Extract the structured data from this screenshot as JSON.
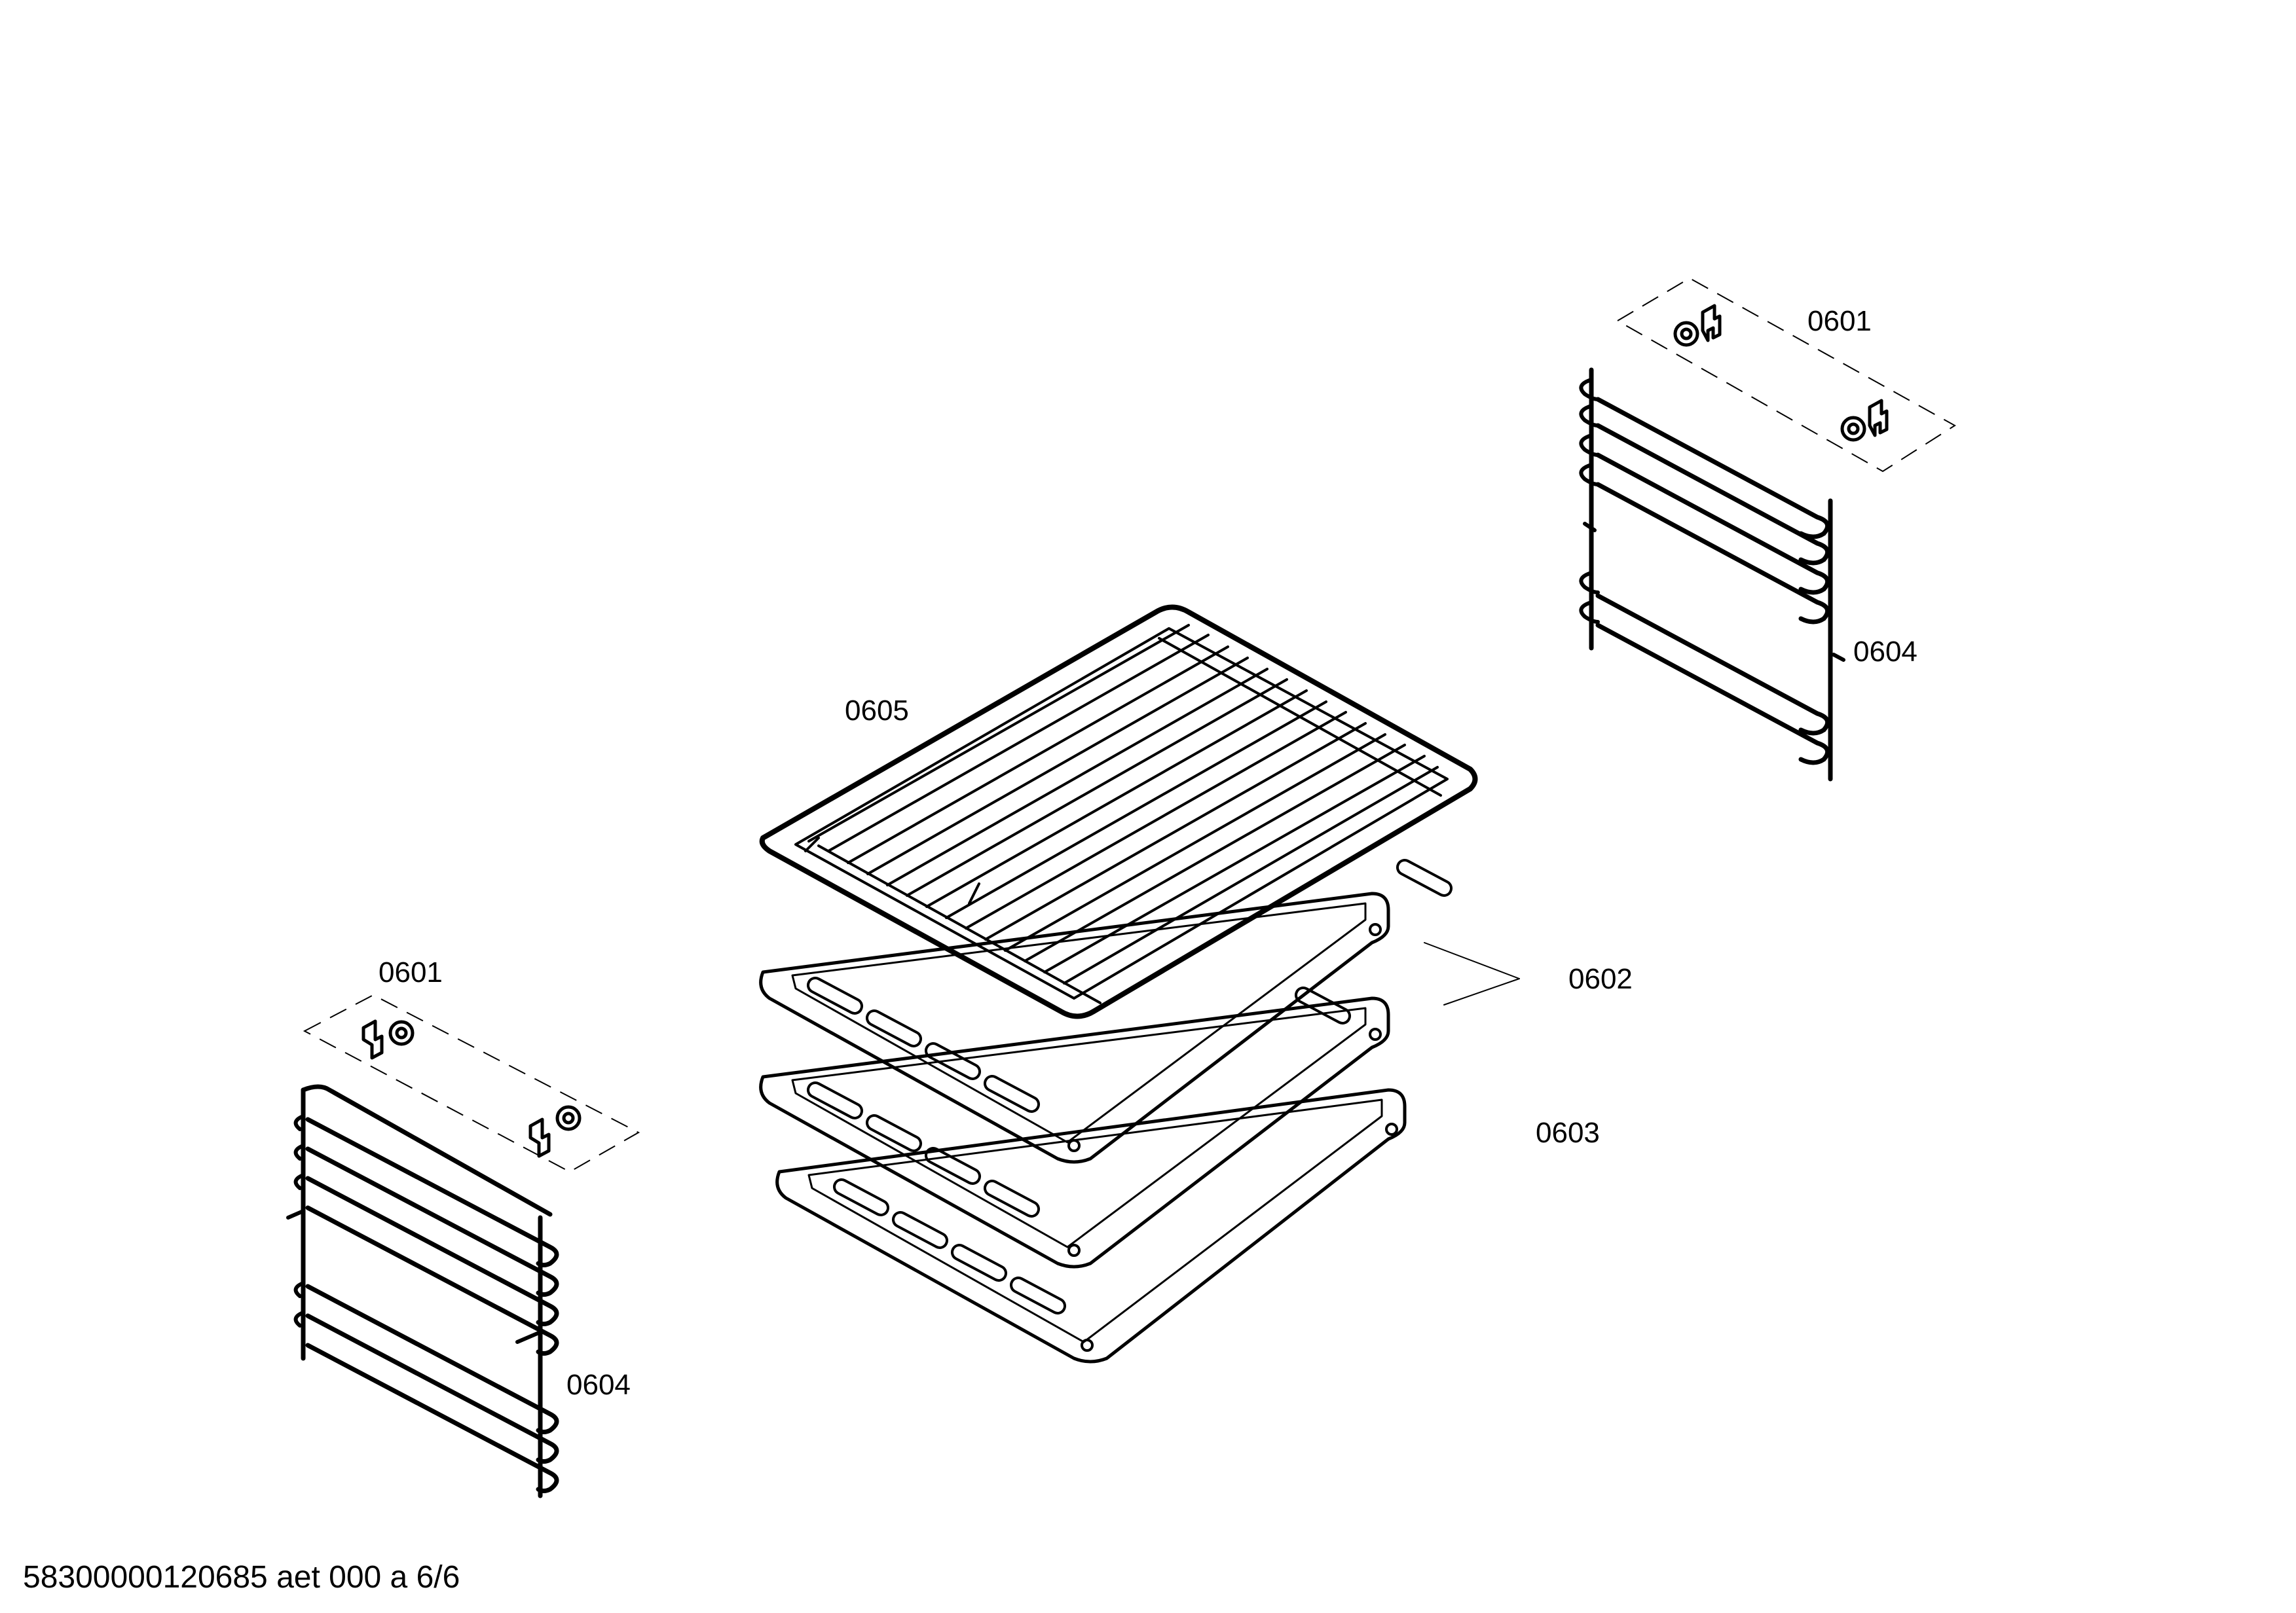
{
  "labels": {
    "clips_top_right": "0601",
    "rails_right": "0604",
    "grid_shelf": "0605",
    "trays": "0602",
    "deep_pan": "0603",
    "clips_left": "0601",
    "rails_left": "0604"
  },
  "footer": "58300000120685 aet 000 a 6/6",
  "colors": {
    "line": "#000000",
    "background": "#ffffff",
    "tray_fill": "#ffffff"
  }
}
